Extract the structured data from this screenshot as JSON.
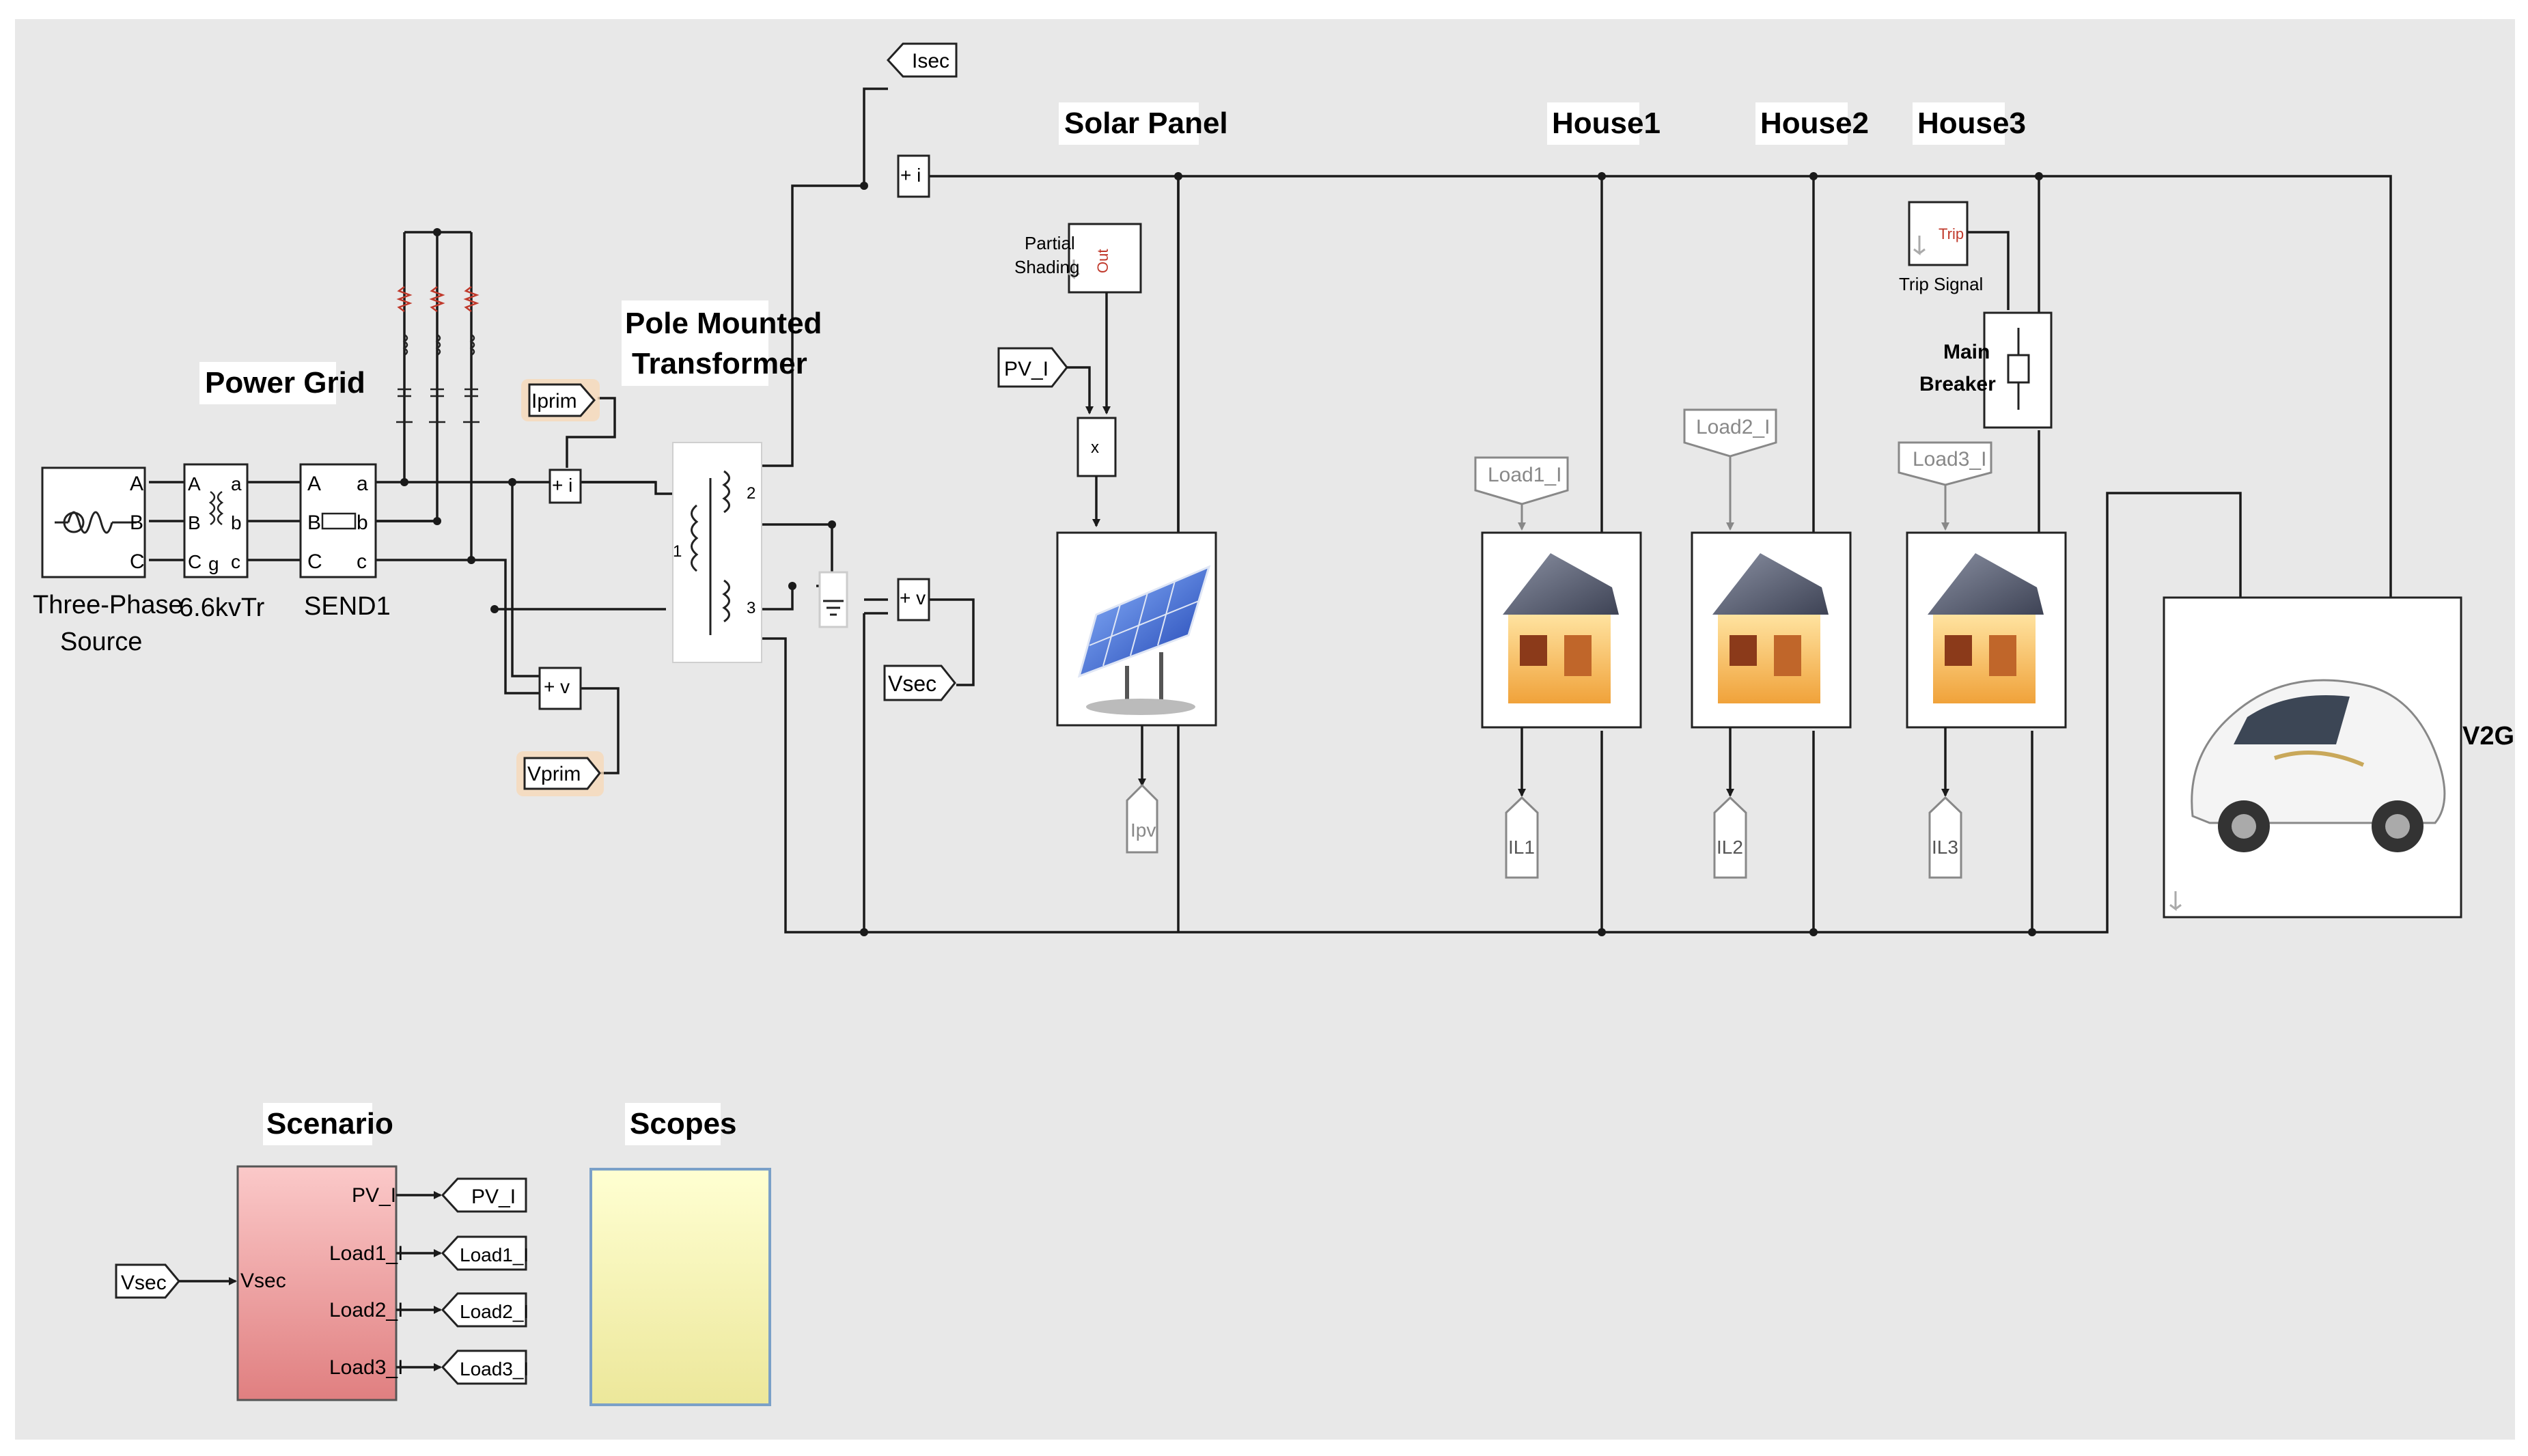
{
  "canvas": {
    "background": "#ffffff",
    "model_background": "#e9e9e9"
  },
  "headings": {
    "power_grid": "Power Grid",
    "pole_mounted_1": "Pole Mounted",
    "pole_mounted_2": "Transformer",
    "solar_panel": "Solar Panel",
    "house1": "House1",
    "house2": "House2",
    "house3": "House3",
    "scenario": "Scenario",
    "scopes": "Scopes"
  },
  "blocks": {
    "source_1": "Three-Phase",
    "source_2": "Source",
    "transformer": "6.6kvTr",
    "send": "SEND1",
    "main_breaker_1": "Main",
    "main_breaker_2": "Breaker",
    "trip_signal": "Trip Signal",
    "trip": "Trip",
    "partial_shading_1": "Partial",
    "partial_shading_2": "Shading",
    "out": "Out",
    "v2g": "V2G",
    "multiply": "x"
  },
  "ports": {
    "A": "A",
    "B": "B",
    "C": "C",
    "a": "a",
    "b": "b",
    "c": "c",
    "g": "g",
    "w1": "1",
    "w2": "2",
    "w3": "3",
    "plus": "+",
    "minus": "-",
    "ammeter": "+ i",
    "voltmeter": "+ v"
  },
  "tags": {
    "isec": "Isec",
    "iprim": "Iprim",
    "vsec": "Vsec",
    "vprim": "Vprim",
    "pv_i": "PV_I",
    "load1": "Load1_I",
    "load2": "Load2_I",
    "load3": "Load3_I",
    "ipv": "Ipv",
    "il1": "IL1",
    "il2": "IL2",
    "il3": "IL3"
  },
  "scenario_block": {
    "input": "Vsec",
    "outputs": [
      "PV_I",
      "Load1_I",
      "Load2_I",
      "Load3_I"
    ]
  },
  "colors": {
    "wire": "#1a1a1a",
    "scenario": "#f2a2a2",
    "scopes": "#f7f3a0",
    "glow": "#e59a55"
  }
}
